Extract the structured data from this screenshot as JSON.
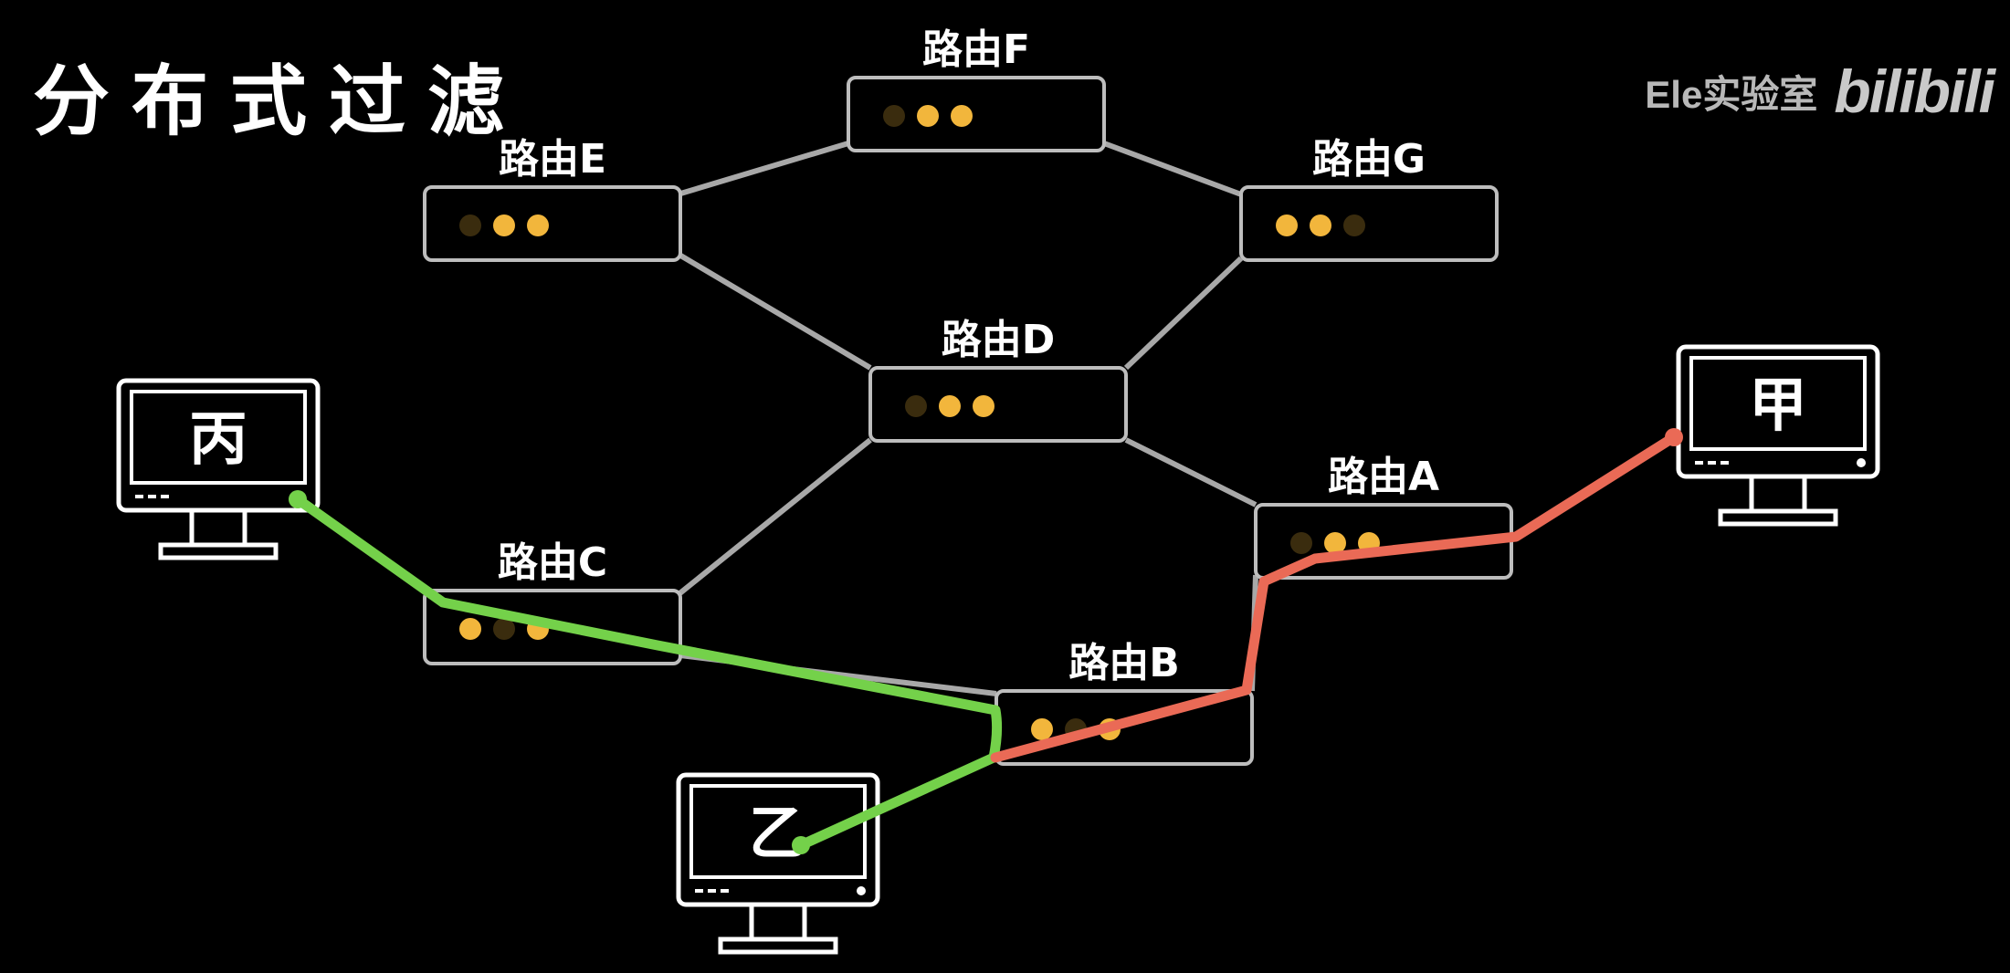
{
  "title": "分布式过滤",
  "brand": {
    "lab": "Ele实验室",
    "logo": "bilibili"
  },
  "colors": {
    "background": "#000000",
    "router_border": "#bdbdbd",
    "link": "#a8a8a8",
    "led_on": "#f2b63c",
    "led_off": "#3a2c0e",
    "path_green": "#74d14a",
    "path_red": "#ea6a56"
  },
  "routers": [
    {
      "id": "F",
      "label": "路由F",
      "leds": [
        false,
        true,
        true
      ]
    },
    {
      "id": "E",
      "label": "路由E",
      "leds": [
        false,
        true,
        true
      ]
    },
    {
      "id": "G",
      "label": "路由G",
      "leds": [
        true,
        true,
        false
      ]
    },
    {
      "id": "D",
      "label": "路由D",
      "leds": [
        false,
        true,
        true
      ]
    },
    {
      "id": "A",
      "label": "路由A",
      "leds": [
        false,
        true,
        true
      ]
    },
    {
      "id": "C",
      "label": "路由C",
      "leds": [
        true,
        false,
        true
      ]
    },
    {
      "id": "B",
      "label": "路由B",
      "leds": [
        true,
        false,
        true
      ]
    }
  ],
  "computers": [
    {
      "id": "bing",
      "label": "丙"
    },
    {
      "id": "jia",
      "label": "甲"
    },
    {
      "id": "yi",
      "label": "乙"
    }
  ],
  "links": [
    [
      "E",
      "F"
    ],
    [
      "F",
      "G"
    ],
    [
      "E",
      "D"
    ],
    [
      "G",
      "D"
    ],
    [
      "D",
      "C"
    ],
    [
      "D",
      "A"
    ],
    [
      "C",
      "B"
    ],
    [
      "A",
      "B"
    ]
  ],
  "paths": [
    {
      "color": "green",
      "route": [
        "丙",
        "路由C",
        "路由B",
        "乙"
      ]
    },
    {
      "color": "red",
      "route": [
        "甲",
        "路由A",
        "路由B"
      ]
    }
  ]
}
